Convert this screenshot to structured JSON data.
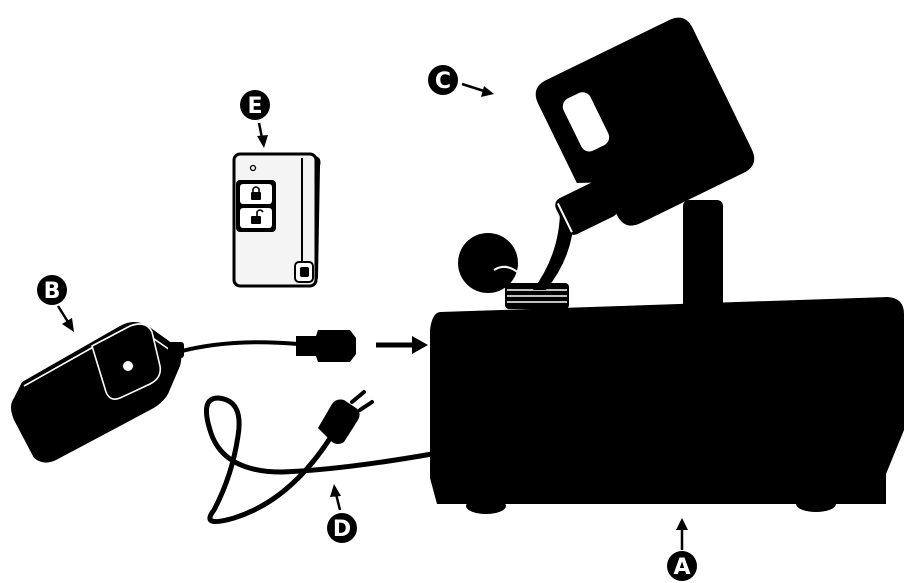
{
  "callouts": {
    "A": "A",
    "B": "B",
    "C": "C",
    "D": "D",
    "E": "E"
  },
  "colors": {
    "silhouette": "#000000",
    "background": "#ffffff",
    "remote_body": "#f4f4f4"
  },
  "icons": {
    "remote_top_button": "lock-icon",
    "remote_bottom_button": "unlock-icon"
  }
}
